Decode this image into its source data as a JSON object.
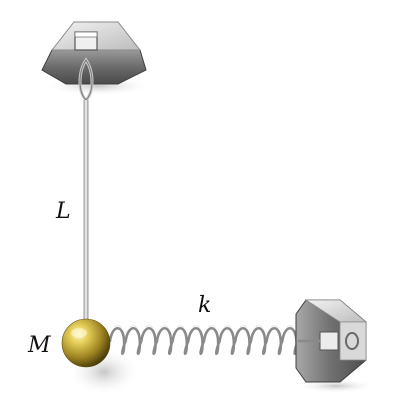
{
  "labels": {
    "length": "L",
    "spring_constant": "k",
    "mass": "M"
  },
  "colors": {
    "mount_gray": "#6b6b6b",
    "mount_light": "#cfcfcf",
    "mass_gold": "#c9b23a",
    "spring_steel": "#8a8a8a",
    "string_silver": "#d8d8d8"
  },
  "icons": {
    "top_mount": "ceiling-mount-icon",
    "right_mount": "wall-mount-icon",
    "mass": "sphere-icon"
  }
}
